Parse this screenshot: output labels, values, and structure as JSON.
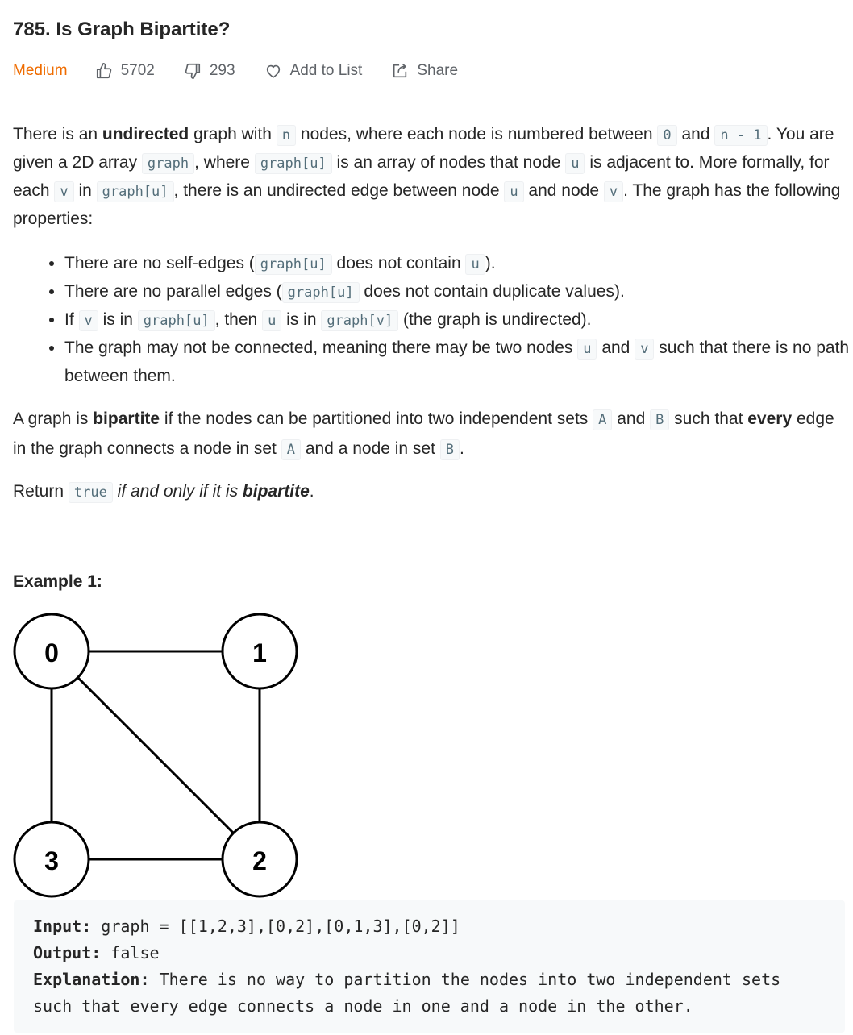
{
  "problem": {
    "title": "785. Is Graph Bipartite?",
    "difficulty": "Medium",
    "likes": "5702",
    "dislikes": "293",
    "add_to_list": "Add to List",
    "share": "Share",
    "accent_color": "#ef6c00"
  },
  "description": {
    "p1": [
      "There is an ",
      "undirected",
      " graph with ",
      "n",
      " nodes, where each node is numbered between ",
      "0",
      " and ",
      "n - 1",
      ". You are given a 2D array ",
      "graph",
      ", where ",
      "graph[u]",
      " is an array of nodes that node ",
      "u",
      " is adjacent to. More formally, for each ",
      "v",
      " in ",
      "graph[u]",
      ", there is an undirected edge between node ",
      "u",
      " and node ",
      "v",
      ". The graph has the following properties:"
    ],
    "bullets": [
      [
        "There are no self-edges (",
        "graph[u]",
        " does not contain ",
        "u",
        ")."
      ],
      [
        "There are no parallel edges (",
        "graph[u]",
        " does not contain duplicate values)."
      ],
      [
        "If ",
        "v",
        " is in ",
        "graph[u]",
        ", then ",
        "u",
        " is in ",
        "graph[v]",
        " (the graph is undirected)."
      ],
      [
        "The graph may not be connected, meaning there may be two nodes ",
        "u",
        " and ",
        "v",
        " such that there is no path between them."
      ]
    ],
    "p2": [
      "A graph is ",
      "bipartite",
      " if the nodes can be partitioned into two independent sets ",
      "A",
      " and ",
      "B",
      " such that ",
      "every",
      " edge in the graph connects a node in set ",
      "A",
      " and a node in set ",
      "B",
      "."
    ],
    "p3": [
      "Return ",
      "true",
      " ",
      "if and only if it is ",
      "bipartite",
      "."
    ]
  },
  "example1": {
    "heading": "Example 1:",
    "graph_nodes": [
      "0",
      "1",
      "2",
      "3"
    ],
    "graph_edges": [
      [
        "0",
        "1"
      ],
      [
        "0",
        "3"
      ],
      [
        "0",
        "2"
      ],
      [
        "1",
        "2"
      ],
      [
        "3",
        "2"
      ]
    ],
    "input_label": "Input:",
    "input_value": " graph = [[1,2,3],[0,2],[0,1,3],[0,2]]",
    "output_label": "Output:",
    "output_value": " false",
    "explanation_label": "Explanation:",
    "explanation_value": " There is no way to partition the nodes into two independent sets such that every edge connects a node in one and a node in the other."
  }
}
